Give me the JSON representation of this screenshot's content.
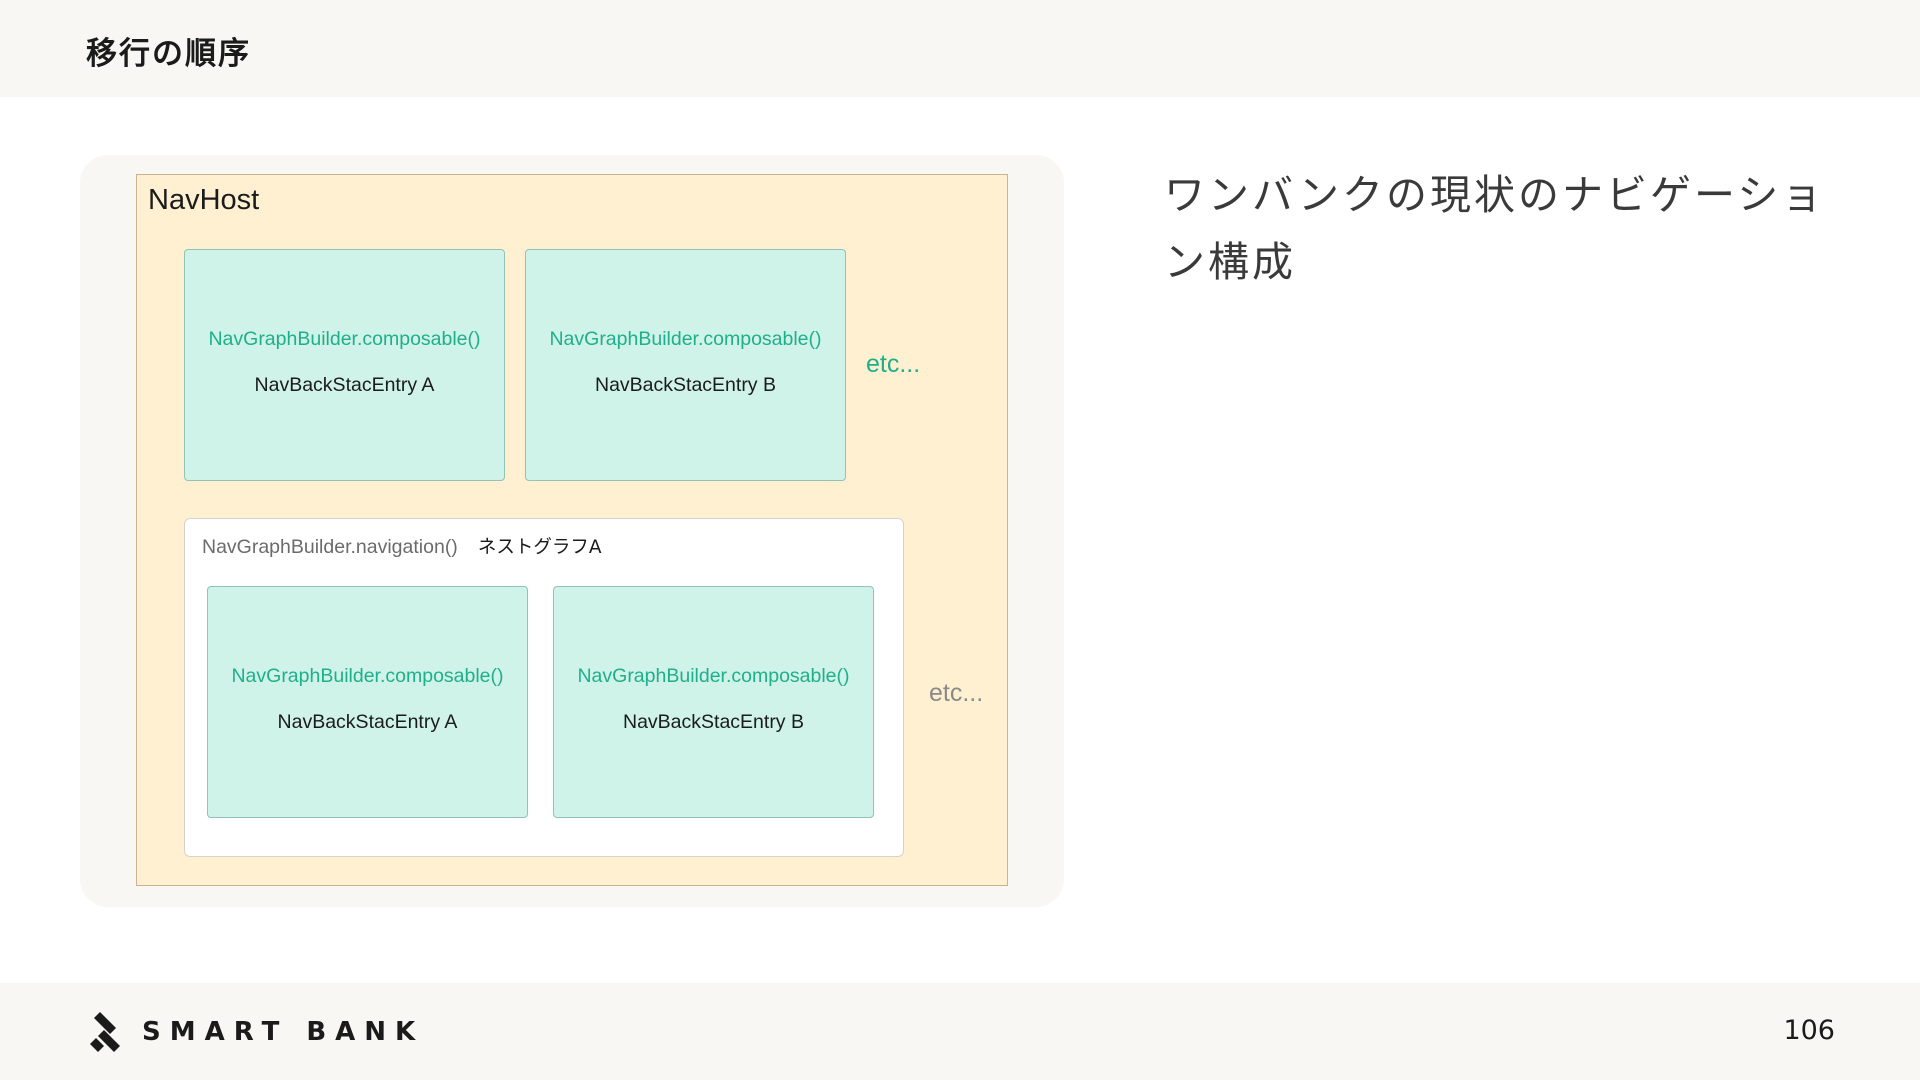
{
  "header": {
    "title": "移行の順序"
  },
  "footer": {
    "logo_text": "SMART BANK",
    "page_number": "106"
  },
  "diagram": {
    "navhost_label": "NavHost",
    "top_entries": [
      {
        "func": "NavGraphBuilder.composable()",
        "name": "NavBackStacEntry A"
      },
      {
        "func": "NavGraphBuilder.composable()",
        "name": "NavBackStacEntry B"
      }
    ],
    "top_etc": "etc...",
    "nested": {
      "func": "NavGraphBuilder.navigation()",
      "name": "ネストグラフA",
      "entries": [
        {
          "func": "NavGraphBuilder.composable()",
          "name": "NavBackStacEntry A"
        },
        {
          "func": "NavGraphBuilder.composable()",
          "name": "NavBackStacEntry B"
        }
      ]
    },
    "bottom_etc": "etc...",
    "colors": {
      "navhost_fill": "#fff0d2",
      "entry_fill": "#cff2e9",
      "accent_green": "#1fb08b",
      "muted_gray": "#8a8a8a"
    }
  },
  "description": {
    "text": "ワンバンクの現状のナビゲーション構成"
  }
}
